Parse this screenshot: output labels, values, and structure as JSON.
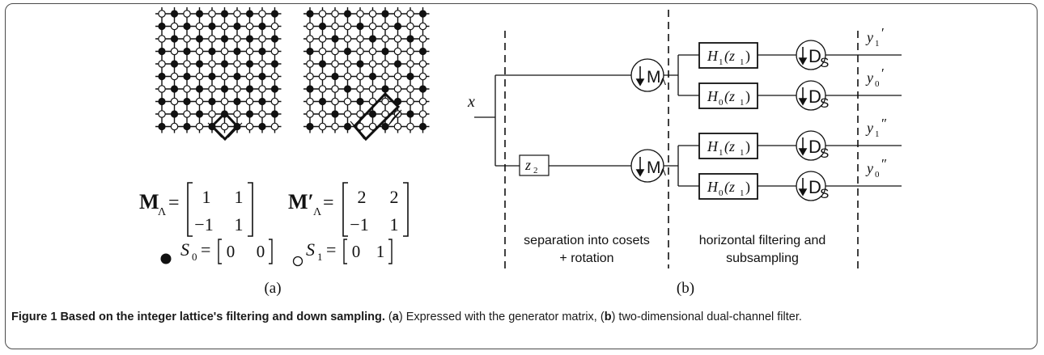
{
  "figure": {
    "panel_a": {
      "matrix_m": {
        "symbol": "M",
        "subscript": "Λ",
        "rows": [
          [
            "1",
            "1"
          ],
          [
            "−1",
            "1"
          ]
        ]
      },
      "matrix_m_prime": {
        "symbol": "M′",
        "subscript": "Λ",
        "rows": [
          [
            "2",
            "2"
          ],
          [
            "−1",
            "1"
          ]
        ]
      },
      "legend": [
        {
          "marker": "filled-dot",
          "symbol": "S",
          "subscript": "0",
          "row": [
            "0",
            "0"
          ]
        },
        {
          "marker": "open-circle",
          "symbol": "S",
          "subscript": "1",
          "row": [
            "0",
            "1"
          ]
        }
      ],
      "sublabel": "(a)"
    },
    "panel_b": {
      "input_label": "x",
      "delay_block": {
        "base": "z",
        "sub": "2"
      },
      "downsample_m": {
        "letter": "M",
        "sub": "Λ"
      },
      "downsample_d": {
        "letter": "D",
        "sub": "S"
      },
      "filters": [
        {
          "name": "H",
          "sub": "1",
          "arg": "(z",
          "arg_sub": "1",
          "close": ")"
        },
        {
          "name": "H",
          "sub": "0",
          "arg": "(z",
          "arg_sub": "1",
          "close": ")"
        },
        {
          "name": "H",
          "sub": "1",
          "arg": "(z",
          "arg_sub": "1",
          "close": ")"
        },
        {
          "name": "H",
          "sub": "0",
          "arg": "(z",
          "arg_sub": "1",
          "close": ")"
        }
      ],
      "outputs": [
        {
          "name": "y",
          "sub": "1",
          "prime": "′"
        },
        {
          "name": "y",
          "sub": "0",
          "prime": "′"
        },
        {
          "name": "y",
          "sub": "1",
          "prime": "″"
        },
        {
          "name": "y",
          "sub": "0",
          "prime": "″"
        }
      ],
      "stage1_label": [
        "separation into cosets",
        "+ rotation"
      ],
      "stage2_label": [
        "horizontal filtering and",
        "subsampling"
      ],
      "sublabel": "(b)"
    },
    "caption": {
      "label": "Figure 1",
      "title": "Based on the integer lattice's filtering and down sampling.",
      "part_a_open": "(",
      "part_a_letter": "a",
      "part_a_text": ") Expressed with the generator matrix, (",
      "part_b_letter": "b",
      "part_b_text": ") two-dimensional dual-channel filter."
    }
  }
}
